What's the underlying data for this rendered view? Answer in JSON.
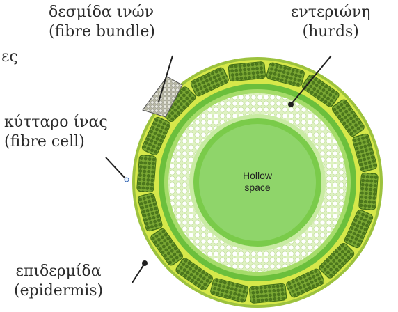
{
  "labels": {
    "fibre_bundle": {
      "greek": "δεσμίδα ινών",
      "english": "(fibre bundle)"
    },
    "hurds": {
      "greek": "εντεριώνη",
      "english": "(hurds)"
    },
    "fibre_cell": {
      "greek": "κύτταρο ίνας",
      "english": "(fibre cell)"
    },
    "epidermis": {
      "greek": "επιδερμίδα",
      "english": "(epidermis)"
    },
    "partial_text": "ες"
  },
  "center": {
    "line1": "Hollow",
    "line2": "space"
  },
  "colors": {
    "outer_ring": "#d6e84a",
    "outer_edge": "#8fbf3a",
    "fibre_bundle": "#6a9a2a",
    "fibre_bundle_dots": "#3f6d16",
    "inner_ring_dark": "#6bbf3c",
    "inner_ring_light": "#a6dc6a",
    "hurds": "#f4fbe8",
    "hollow": "#8fd56a",
    "leader": "#1f1f1f"
  }
}
